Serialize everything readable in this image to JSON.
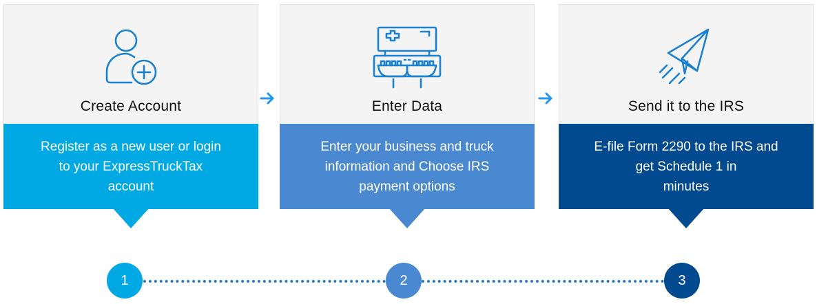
{
  "steps": [
    {
      "title": "Create Account",
      "description_lines": [
        "Register as a new user or login",
        "to your ExpressTruckTax",
        "account"
      ],
      "number": "1",
      "icon": "add-user-icon",
      "color": "#00a9e4"
    },
    {
      "title": "Enter Data",
      "description_lines": [
        "Enter your business and truck",
        "information and Choose IRS",
        "payment options"
      ],
      "number": "2",
      "icon": "keyboard-monitor-icon",
      "color": "#4a89d2"
    },
    {
      "title": "Send it to the IRS",
      "description_lines": [
        "E-file Form 2290 to the IRS and",
        "get Schedule 1 in",
        "minutes"
      ],
      "number": "3",
      "icon": "paper-plane-icon",
      "color": "#014a8f"
    }
  ],
  "colors": {
    "icon_stroke": "#1a80d0",
    "connector_arrow": "#2196f3",
    "card_top_bg": "#f4f4f5"
  }
}
